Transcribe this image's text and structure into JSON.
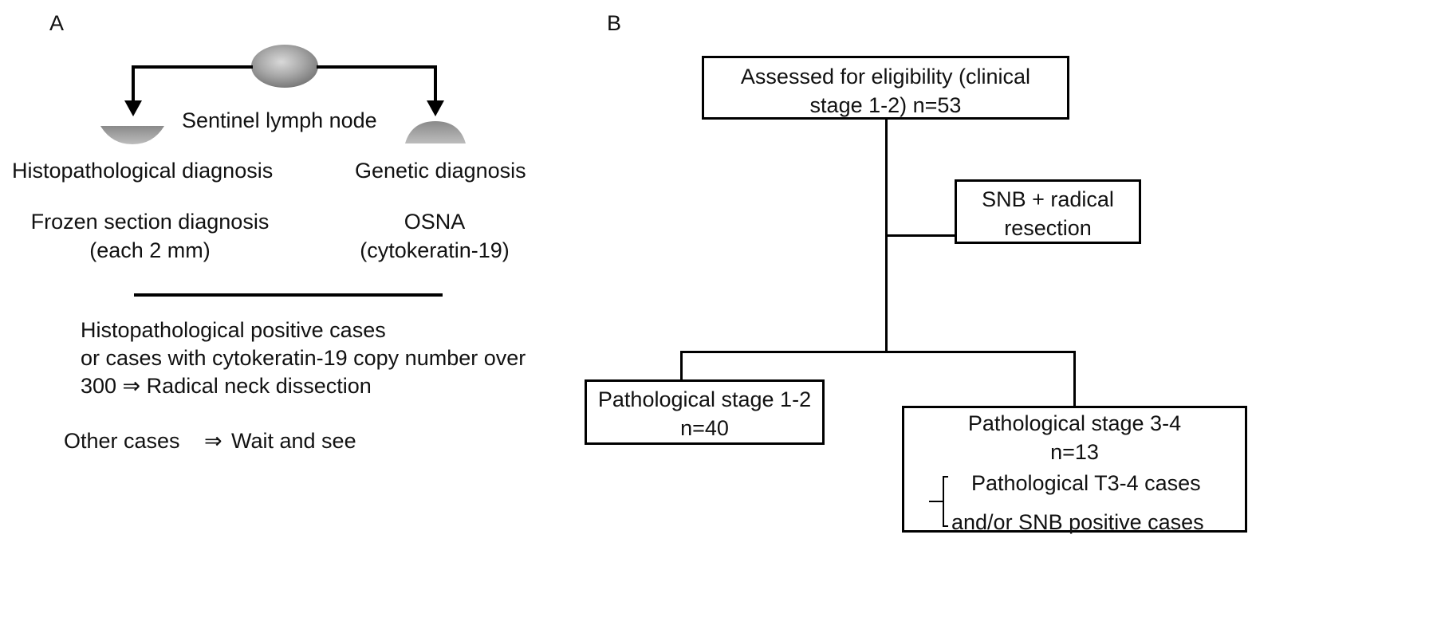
{
  "panel_a": {
    "label": "A",
    "node_caption": "Sentinel lymph node",
    "left_title": "Histopathological diagnosis",
    "right_title": "Genetic diagnosis",
    "left_method_line1": "Frozen section diagnosis",
    "left_method_line2": "(each 2 mm)",
    "right_method_line1": "OSNA",
    "right_method_line2": "(cytokeratin-19)",
    "criteria_line1": "Histopathological positive cases",
    "criteria_line2": "or cases with cytokeratin-19 copy number over",
    "criteria_line3": "300 ⇒ Radical neck dissection",
    "other_cases": "Other cases",
    "other_arrow": "⇒",
    "other_result": "Wait and see"
  },
  "panel_b": {
    "label": "B",
    "eligibility_line1": "Assessed for eligibility (clinical",
    "eligibility_line2": "stage 1-2) n=53",
    "procedure_line1": "SNB + radical",
    "procedure_line2": "resection",
    "stage12_line1": "Pathological stage 1-2",
    "stage12_line2": "n=40",
    "stage34_line1": "Pathological stage 3-4",
    "stage34_line2": "n=13",
    "stage34_sub1": "Pathological T3-4 cases",
    "stage34_sub2": "and/or SNB positive cases"
  }
}
